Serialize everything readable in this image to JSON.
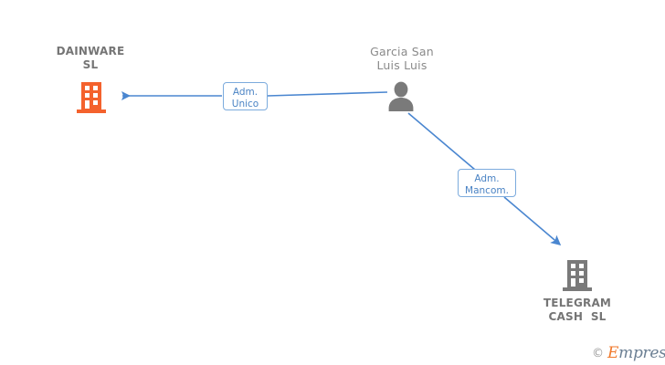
{
  "diagram": {
    "type": "corporate-relationship-graph",
    "background_color": "#ffffff",
    "edge_color": "#4a86d0",
    "nodes": [
      {
        "id": "dainware",
        "kind": "company",
        "label": "DAINWARE\nSL",
        "icon": "building-icon",
        "icon_color": "#f4622d"
      },
      {
        "id": "garcia",
        "kind": "person",
        "label": "Garcia San\nLuis Luis",
        "icon": "person-icon",
        "icon_color": "#7a7a7a"
      },
      {
        "id": "telegram",
        "kind": "company",
        "label": "TELEGRAM\nCASH  SL",
        "icon": "building-icon",
        "icon_color": "#7a7a7a"
      }
    ],
    "edges": [
      {
        "id": "edge-adm-unico",
        "from": "garcia",
        "to": "dainware",
        "label": "Adm.\nUnico",
        "arrow": "left"
      },
      {
        "id": "edge-adm-mancom",
        "from": "garcia",
        "to": "telegram",
        "label": "Adm.\nMancom.",
        "arrow": "down-right"
      }
    ]
  },
  "watermark": {
    "copyright": "©",
    "brand_first": "E",
    "brand_rest": "mpresia"
  }
}
